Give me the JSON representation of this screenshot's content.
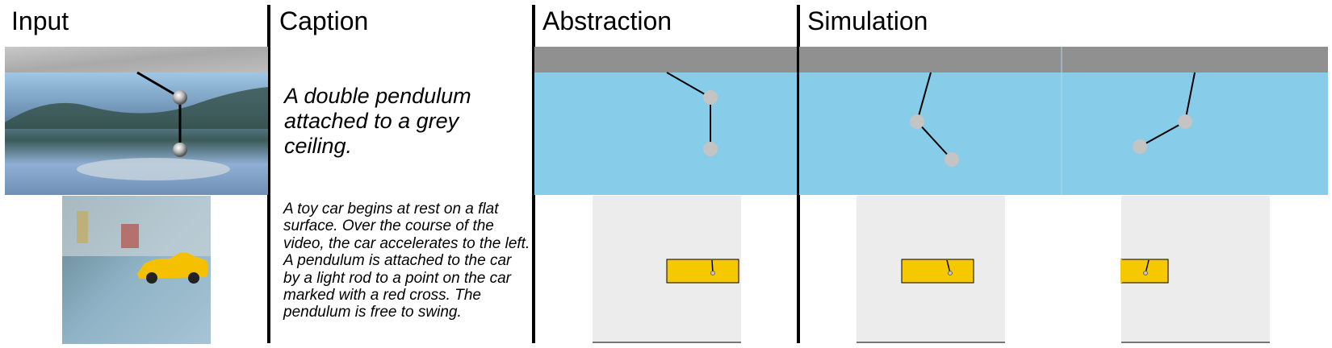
{
  "headers": {
    "input": "Input",
    "caption": "Caption",
    "abstraction": "Abstraction",
    "simulation": "Simulation"
  },
  "captions": {
    "double_pendulum": "A double pendulum attached to a grey ceiling.",
    "toy_car": "A toy car begins at rest on a flat surface. Over the course of the video, the car accelerates to the left. A pendulum is attached to the car by a light rod to a point on the car marked with a red cross. The pendulum is free to swing."
  },
  "colors": {
    "sky": "#87cdea",
    "ceiling": "#909090",
    "car_body": "#f6c800",
    "floor_panel": "#ececec",
    "bob": "#c4c4c4"
  }
}
